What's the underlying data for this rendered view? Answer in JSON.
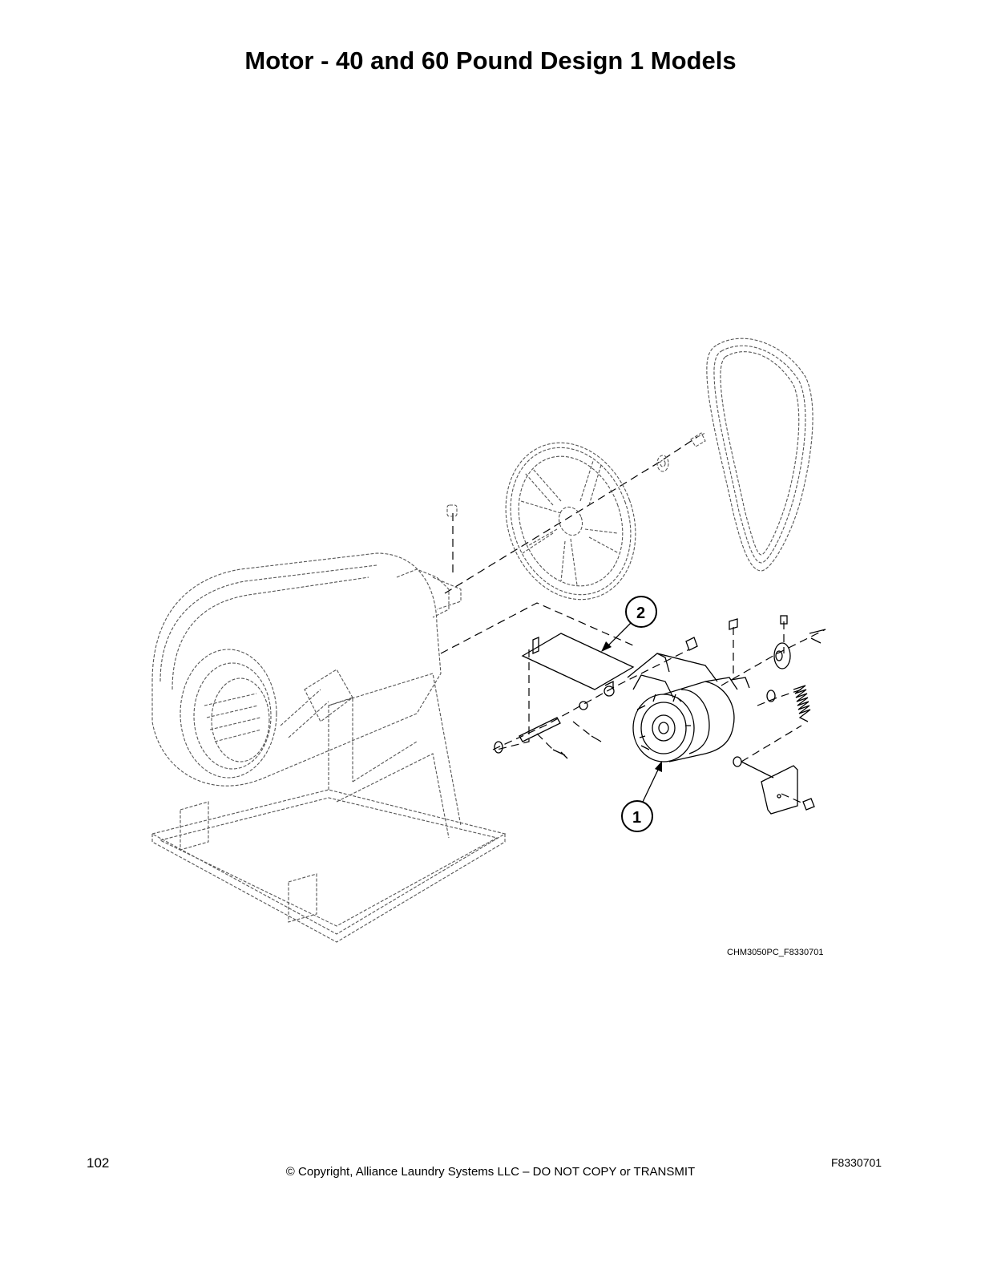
{
  "page": {
    "title": "Motor - 40 and 60 Pound Design 1 Models",
    "figure_id": "CHM3050PC_F8330701",
    "page_number": "102",
    "copyright": "© Copyright, Alliance Laundry Systems LLC – DO NOT COPY or TRANSMIT",
    "document_number": "F8330701"
  },
  "callouts": [
    {
      "label": "1",
      "part": "motor"
    },
    {
      "label": "2",
      "part": "motor mounting plate"
    }
  ]
}
